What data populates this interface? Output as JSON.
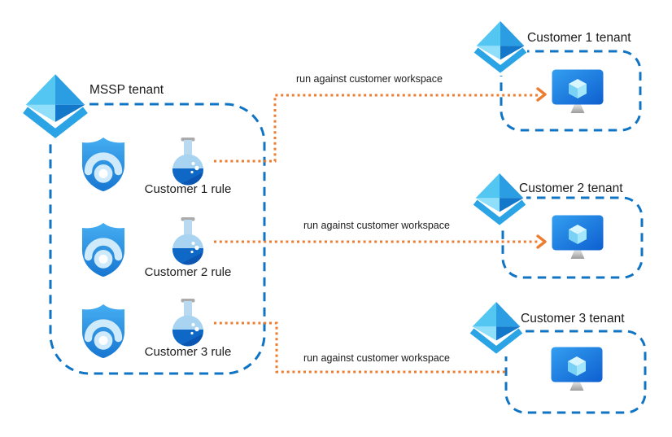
{
  "colors": {
    "box_dash_blue": "#1074c4",
    "arrow_orange": "#ed7d31",
    "text": "#1c1c1c"
  },
  "mssp": {
    "title": "MSSP tenant",
    "tenant_icon": "azure-ad-tenant-icon",
    "rules": [
      {
        "label": "Customer 1 rule",
        "shield_icon": "sentinel-shield-icon",
        "flask_icon": "analytics-rule-flask-icon"
      },
      {
        "label": "Customer 2 rule",
        "shield_icon": "sentinel-shield-icon",
        "flask_icon": "analytics-rule-flask-icon"
      },
      {
        "label": "Customer 3 rule",
        "shield_icon": "sentinel-shield-icon",
        "flask_icon": "analytics-rule-flask-icon"
      }
    ]
  },
  "connections": [
    {
      "label": "run against customer workspace",
      "from": "Customer 1 rule",
      "to": "Customer 1 tenant"
    },
    {
      "label": "run against customer workspace",
      "from": "Customer 2 rule",
      "to": "Customer 2 tenant"
    },
    {
      "label": "run against customer workspace",
      "from": "Customer 3 rule",
      "to": "Customer 3 tenant"
    }
  ],
  "customer_tenants": [
    {
      "title": "Customer 1 tenant",
      "tenant_icon": "azure-ad-tenant-icon",
      "workspace_icon": "workspace-monitor-icon"
    },
    {
      "title": "Customer 2 tenant",
      "tenant_icon": "azure-ad-tenant-icon",
      "workspace_icon": "workspace-monitor-icon"
    },
    {
      "title": "Customer 3 tenant",
      "tenant_icon": "azure-ad-tenant-icon",
      "workspace_icon": "workspace-monitor-icon"
    }
  ]
}
